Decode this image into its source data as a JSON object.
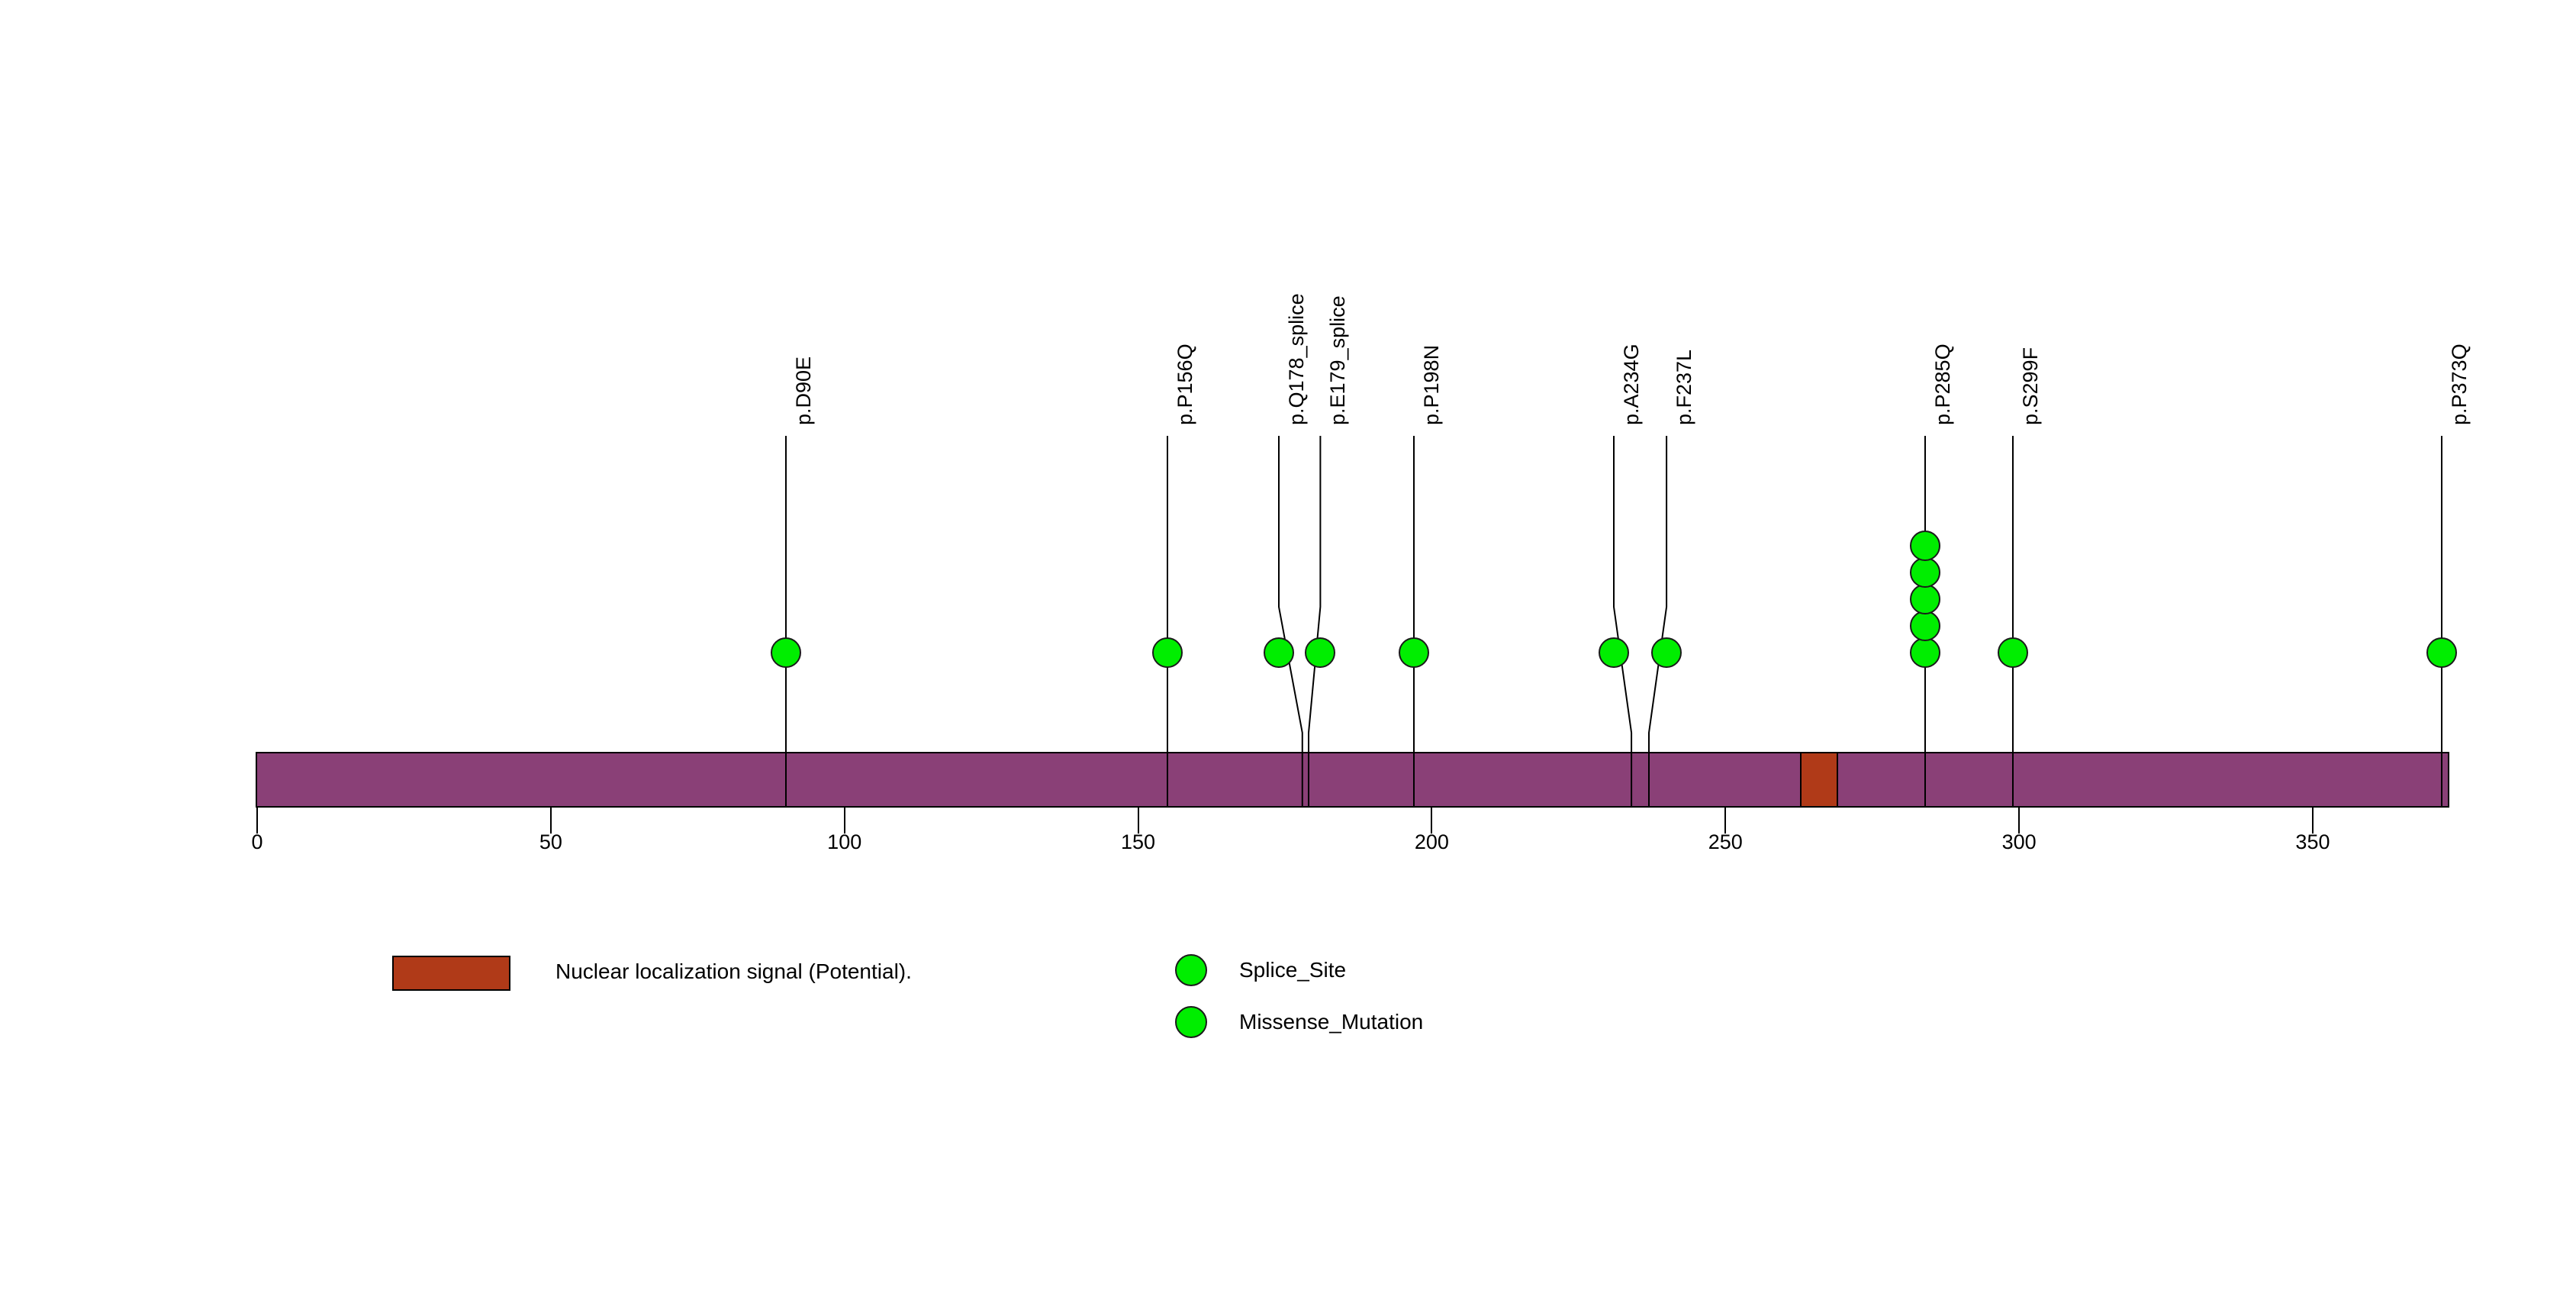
{
  "chart_data": {
    "type": "lollipop",
    "title": "",
    "xlabel": "",
    "ylabel": "",
    "xlim": [
      0,
      373
    ],
    "axis_ticks": [
      {
        "value": 0,
        "label": "0"
      },
      {
        "value": 50,
        "label": "50"
      },
      {
        "value": 100,
        "label": "100"
      },
      {
        "value": 150,
        "label": "150"
      },
      {
        "value": 200,
        "label": "200"
      },
      {
        "value": 250,
        "label": "250"
      },
      {
        "value": 300,
        "label": "300"
      },
      {
        "value": 350,
        "label": "350"
      }
    ],
    "protein": {
      "length": 373,
      "color": "#8A4077",
      "border_color": "#000000"
    },
    "domains": [
      {
        "name": "Nuclear localization signal (Potential).",
        "start": 263,
        "end": 269,
        "color": "#B03A18"
      }
    ],
    "mutations": [
      {
        "label": "p.D90E",
        "position": 90,
        "count": 1,
        "type": "Missense_Mutation",
        "color": "#00EE00",
        "bent": false
      },
      {
        "label": "p.P156Q",
        "position": 155,
        "count": 1,
        "type": "Missense_Mutation",
        "color": "#00EE00",
        "bent": false
      },
      {
        "label": "p.Q178_splice",
        "position": 174,
        "count": 1,
        "type": "Splice_Site",
        "color": "#00EE00",
        "bent": true,
        "anchor": 178
      },
      {
        "label": "p.E179_splice",
        "position": 181,
        "count": 1,
        "type": "Splice_Site",
        "color": "#00EE00",
        "bent": true,
        "anchor": 179
      },
      {
        "label": "p.P198N",
        "position": 197,
        "count": 1,
        "type": "Missense_Mutation",
        "color": "#00EE00",
        "bent": false
      },
      {
        "label": "p.A234G",
        "position": 231,
        "count": 1,
        "type": "Missense_Mutation",
        "color": "#00EE00",
        "bent": true,
        "anchor": 234
      },
      {
        "label": "p.F237L",
        "position": 240,
        "count": 1,
        "type": "Missense_Mutation",
        "color": "#00EE00",
        "bent": true,
        "anchor": 237
      },
      {
        "label": "p.P285Q",
        "position": 284,
        "count": 5,
        "type": "Missense_Mutation",
        "color": "#00EE00",
        "bent": false
      },
      {
        "label": "p.S299F",
        "position": 299,
        "count": 1,
        "type": "Missense_Mutation",
        "color": "#00EE00",
        "bent": false
      },
      {
        "label": "p.P373Q",
        "position": 372,
        "count": 1,
        "type": "Missense_Mutation",
        "color": "#00EE00",
        "bent": false
      }
    ]
  },
  "legend": {
    "domain_entries": [
      {
        "label": "Nuclear localization signal (Potential).",
        "color": "#B03A18",
        "shape": "rect"
      }
    ],
    "variant_entries": [
      {
        "label": "Splice_Site",
        "color": "#00EE00",
        "shape": "circle"
      },
      {
        "label": "Missense_Mutation",
        "color": "#00EE00",
        "shape": "circle"
      }
    ]
  }
}
